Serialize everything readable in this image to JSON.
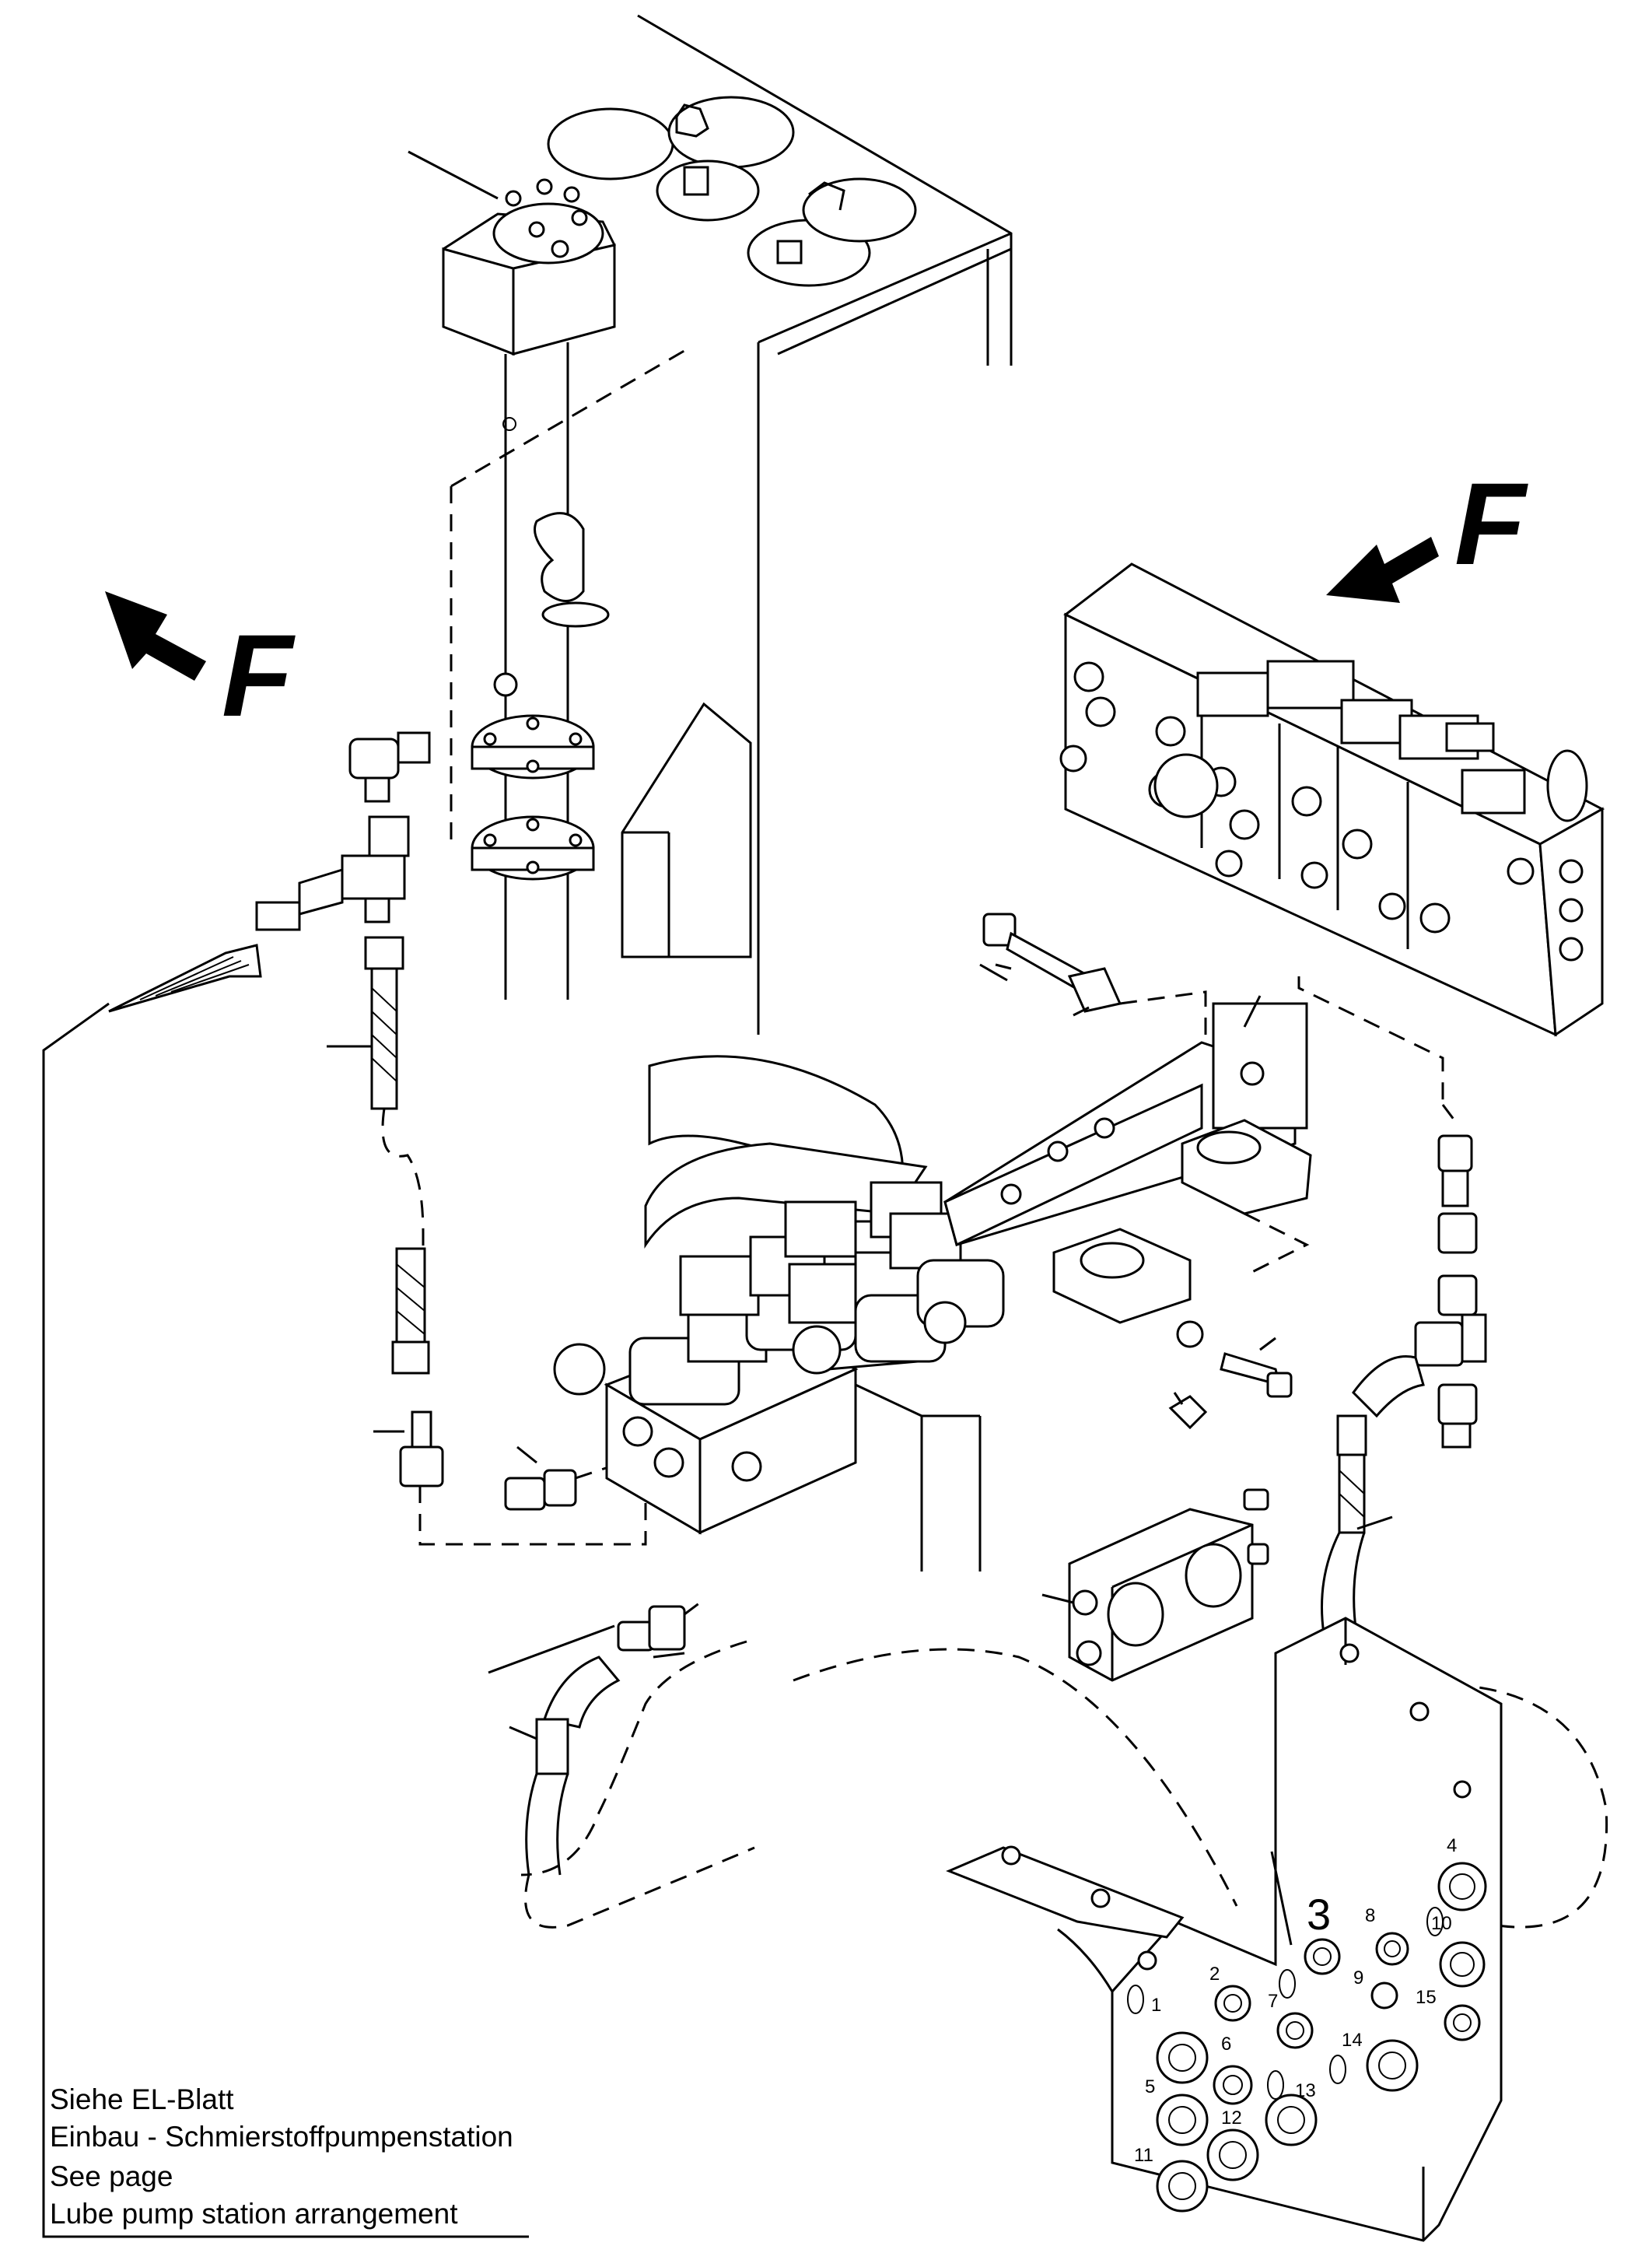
{
  "view_markers": {
    "left": "F",
    "right": "F"
  },
  "distributor": {
    "main_label": "3",
    "port_labels": [
      "1",
      "2",
      "4",
      "5",
      "6",
      "7",
      "8",
      "9",
      "10",
      "11",
      "12",
      "13",
      "14",
      "15"
    ]
  },
  "note": {
    "line1": "Siehe EL-Blatt",
    "line2": "Einbau - Schmierstoffpumpenstation",
    "line3": "See page",
    "line4": "Lube pump station arrangement"
  }
}
